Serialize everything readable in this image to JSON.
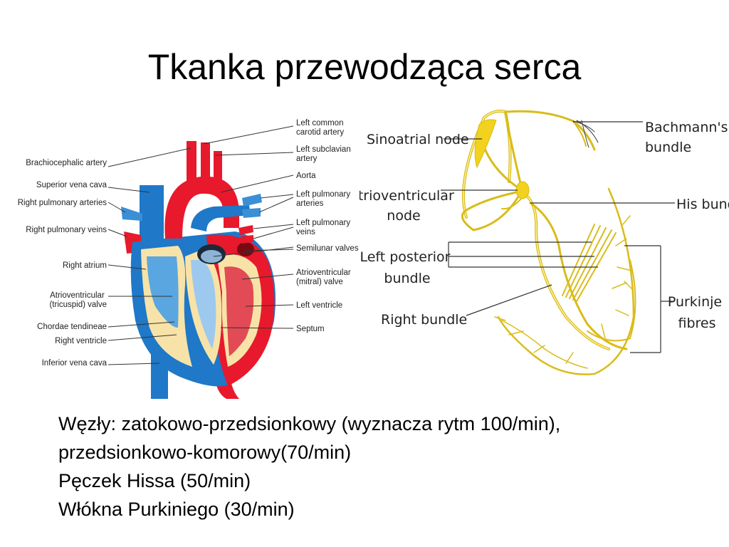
{
  "slide": {
    "title": "Tkanka przewodząca serca"
  },
  "heart_labels": {
    "left_common_carotid": [
      "Left common",
      "carotid artery"
    ],
    "brachiocephalic": "Brachiocephalic artery",
    "left_subclavian": [
      "Left subclavian",
      "artery"
    ],
    "aorta": "Aorta",
    "superior_vena_cava": "Superior vena cava",
    "right_pulmonary_arteries": "Right pulmonary arteries",
    "left_pulmonary_arteries": [
      "Left pulmonary",
      "arteries"
    ],
    "right_pulmonary_veins": "Right pulmonary veins",
    "left_pulmonary_veins": [
      "Left pulmonary",
      "veins"
    ],
    "semilunar_valves": "Semilunar valves",
    "right_atrium": "Right atrium",
    "av_mitral": [
      "Atrioventricular",
      "(mitral) valve"
    ],
    "av_tricuspid": [
      "Atrioventricular",
      "(tricuspid) valve"
    ],
    "left_ventricle": "Left ventricle",
    "chordae": "Chordae tendineae",
    "septum": "Septum",
    "right_ventricle": "Right ventricle",
    "inferior_vena_cava": "Inferior vena cava"
  },
  "conduction_labels": {
    "sinoatrial": "Sinoatrial node",
    "bachmann": [
      "Bachmann's",
      "bundle"
    ],
    "atrioventricular": [
      "Atrioventricular",
      "node"
    ],
    "his": "His bundle",
    "left_posterior": [
      "Left posterior",
      "bundle"
    ],
    "purkinje": [
      "Purkinje",
      "fibres"
    ],
    "right_bundle": "Right bundle"
  },
  "colors": {
    "artery_red": "#e8192c",
    "vein_blue": "#1f78c8",
    "wall_cream": "#f7e3a8",
    "conduction_yellow": "#f2d21e"
  },
  "body_lines": [
    "Węzły: zatokowo-przedsionkowy (wyznacza rytm 100/min),",
    "przedsionkowo-komorowy(70/min)",
    "Pęczek Hissa (50/min)",
    "Włókna Purkiniego (30/min)"
  ]
}
